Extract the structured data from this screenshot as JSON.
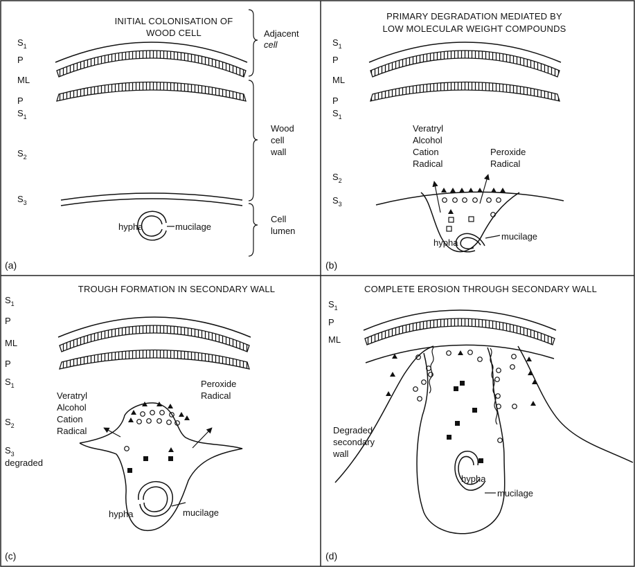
{
  "panels": {
    "a": {
      "tag": "(a)",
      "title_lines": [
        "INITIAL COLONISATION OF",
        "WOOD CELL"
      ],
      "layers": {
        "s1_top": "S",
        "p_top": "P",
        "ml": "ML",
        "p_bot": "P",
        "s1_bot": "S",
        "s2": "S",
        "s3": "S"
      },
      "braces": [
        [
          "Adjacent",
          "cell"
        ],
        [
          "Wood",
          "cell",
          "wall"
        ],
        [
          "Cell",
          "lumen"
        ]
      ],
      "hypha": "hypha",
      "mucilage": "mucilage"
    },
    "b": {
      "tag": "(b)",
      "title_lines": [
        "PRIMARY DEGRADATION MEDIATED BY",
        "LOW MOLECULAR WEIGHT COMPOUNDS"
      ],
      "layers": {
        "s1_top": "S",
        "p_top": "P",
        "ml": "ML",
        "p_bot": "P",
        "s1_bot": "S",
        "s2": "S",
        "s3": "S"
      },
      "veratryl_lines": [
        "Veratryl",
        "Alcohol",
        "Cation",
        "Radical"
      ],
      "peroxide_lines": [
        "Peroxide",
        "Radical"
      ],
      "hypha": "hypha",
      "mucilage": "mucilage"
    },
    "c": {
      "tag": "(c)",
      "title_lines": [
        "TROUGH FORMATION IN SECONDARY WALL"
      ],
      "layers": {
        "s1_top": "S",
        "p_top": "P",
        "ml": "ML",
        "p_bot": "P",
        "s1_bot": "S",
        "s2": "S",
        "s3": "S",
        "degraded": "degraded"
      },
      "veratryl_lines": [
        "Veratryl",
        "Alcohol",
        "Cation",
        "Radical"
      ],
      "peroxide_lines": [
        "Peroxide",
        "Radical"
      ],
      "hypha": "hypha",
      "mucilage": "mucilage"
    },
    "d": {
      "tag": "(d)",
      "title_lines": [
        "COMPLETE EROSION THROUGH SECONDARY WALL"
      ],
      "layers": {
        "s1_top": "S",
        "p_top": "P",
        "ml": "ML"
      },
      "degraded_lines": [
        "Degraded",
        "secondary",
        "wall"
      ],
      "hypha": "hypha",
      "mucilage": "mucilage"
    }
  },
  "subscripts": {
    "one": "1",
    "two": "2",
    "three": "3"
  }
}
